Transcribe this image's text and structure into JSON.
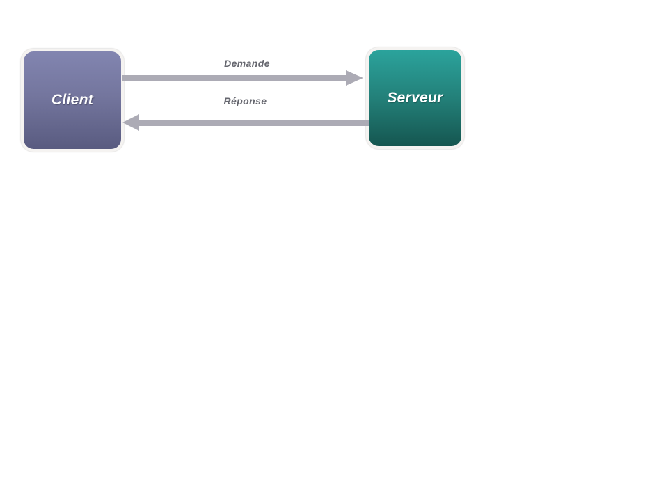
{
  "diagram": {
    "title": "client-server-exchange",
    "background_color": "#ffffff",
    "nodes": [
      {
        "id": "client",
        "label": "Client",
        "shape": "rounded-rectangle",
        "gradient_top": "#8285b0",
        "gradient_bottom": "#595b80",
        "text_color": "#ffffff"
      },
      {
        "id": "serveur",
        "label": "Serveur",
        "shape": "rounded-rectangle",
        "gradient_top": "#2ba39c",
        "gradient_bottom": "#155650",
        "text_color": "#ffffff"
      }
    ],
    "edges": [
      {
        "id": "demande",
        "label": "Demande",
        "from": "client",
        "to": "serveur",
        "direction": "right",
        "color": "#acabb5"
      },
      {
        "id": "reponse",
        "label": "Réponse",
        "from": "serveur",
        "to": "client",
        "direction": "left",
        "color": "#acabb5"
      }
    ],
    "edge_label_color": "#66676f"
  }
}
